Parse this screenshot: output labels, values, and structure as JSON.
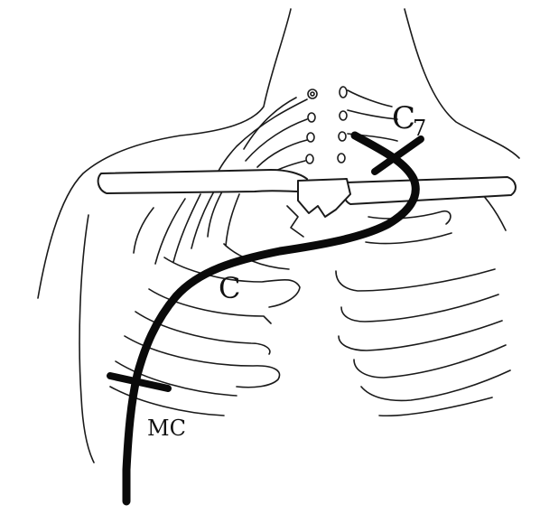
{
  "labels": {
    "c7_letter": "C",
    "c7_sub": "7",
    "c": "C",
    "mc": "MC"
  }
}
